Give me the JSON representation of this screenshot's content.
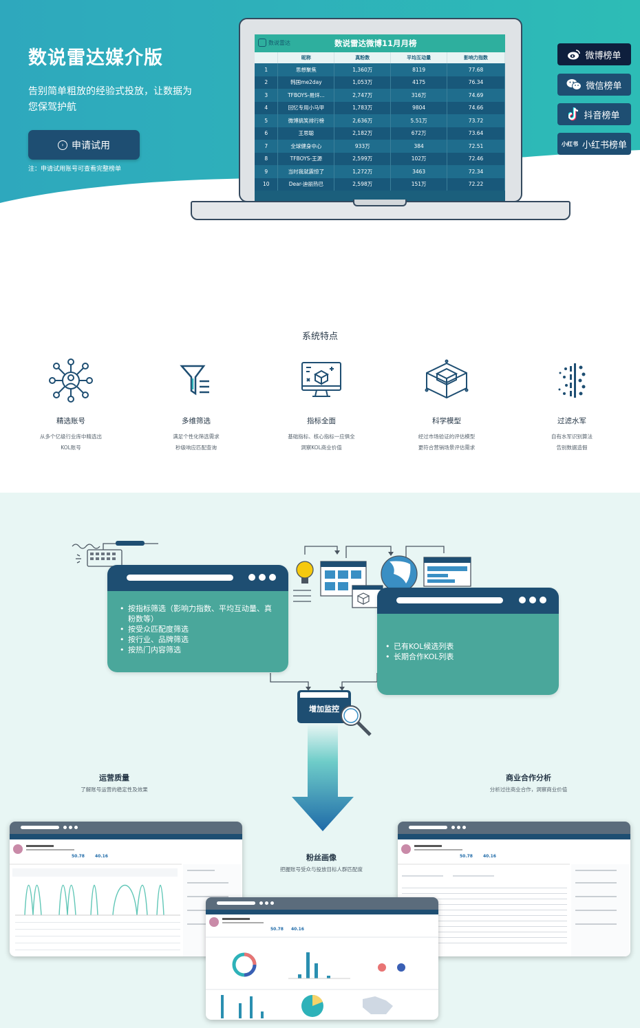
{
  "hero": {
    "title": "数说雷达媒介版",
    "subtitle": "告别简单粗放的经验式投放，让数据为您保驾护航",
    "apply_button": "申请试用",
    "note": "注：申请试用账号可查看完整榜单"
  },
  "laptop_screen": {
    "logo_text": "数说雷达",
    "title": "数说雷达微博11月月榜",
    "columns": [
      "",
      "昵称",
      "真粉数",
      "平均互动量",
      "影响力指数"
    ],
    "rows": [
      [
        "1",
        "思想聚焦",
        "1,360万",
        "8119",
        "77.68"
      ],
      [
        "2",
        "韩国me2day",
        "1,053万",
        "4175",
        "76.34"
      ],
      [
        "3",
        "TFBOYS-易烊...",
        "2,747万",
        "316万",
        "74.69"
      ],
      [
        "4",
        "回忆专用小马甲",
        "1,783万",
        "9804",
        "74.66"
      ],
      [
        "5",
        "微博搞笑排行榜",
        "2,636万",
        "5.51万",
        "73.72"
      ],
      [
        "6",
        "王思聪",
        "2,182万",
        "672万",
        "73.64"
      ],
      [
        "7",
        "全球健身中心",
        "933万",
        "384",
        "72.51"
      ],
      [
        "8",
        "TFBOYS-王源",
        "2,599万",
        "102万",
        "72.46"
      ],
      [
        "9",
        "当时我就震惊了",
        "1,272万",
        "3463",
        "72.34"
      ],
      [
        "10",
        "Dear-迪丽热巴",
        "2,598万",
        "151万",
        "72.22"
      ]
    ]
  },
  "rank_buttons": [
    {
      "label": "微博榜单",
      "icon": "weibo-icon",
      "color": "#0e1f3d"
    },
    {
      "label": "微信榜单",
      "icon": "wechat-icon",
      "color": "#1e4e72"
    },
    {
      "label": "抖音榜单",
      "icon": "douyin-icon",
      "color": "#1e4e72"
    },
    {
      "label": "小红书榜单",
      "icon": "xiaohongshu-icon",
      "icon_text": "小红书",
      "color": "#1e4e72"
    }
  ],
  "features": {
    "title": "系统特点",
    "items": [
      {
        "name": "精选账号",
        "desc1": "从多个亿级行业库中精选出",
        "desc2": "KOL账号",
        "icon": "network-person-icon"
      },
      {
        "name": "多维筛选",
        "desc1": "满足个性化筛选需求",
        "desc2": "秒级响应匹配查询",
        "icon": "funnel-icon"
      },
      {
        "name": "指标全面",
        "desc1": "基础指标、核心指标一应俱全",
        "desc2": "洞察KOL商业价值",
        "icon": "monitor-cube-icon"
      },
      {
        "name": "科学模型",
        "desc1": "经过市场验证的评估模型",
        "desc2": "更符合营销场景评估需求",
        "icon": "model-box-icon"
      },
      {
        "name": "过滤水军",
        "desc1": "自有水军识别算法",
        "desc2": "告别数据造假",
        "icon": "filter-dots-icon"
      }
    ]
  },
  "flow": {
    "filter_window": [
      "按指标筛选（影响力指数、平均互动量、真粉数等）",
      "按受众匹配度筛选",
      "按行业、品牌筛选",
      "按热门内容筛选"
    ],
    "list_window": [
      "已有KOL候选列表",
      "长期合作KOL列表"
    ],
    "monitor_button": "增加监控",
    "sections": [
      {
        "title": "运营质量",
        "desc": "了解账号运营的稳定性及效果"
      },
      {
        "title": "粉丝画像",
        "desc": "把握账号受众与投放目标人群匹配度"
      },
      {
        "title": "商业合作分析",
        "desc": "分析过往商业合作，洞察商业价值"
      }
    ]
  },
  "colors": {
    "brand_dark": "#1e4e72",
    "teal": "#2eb2b9",
    "green_panel": "#4aa79b"
  }
}
